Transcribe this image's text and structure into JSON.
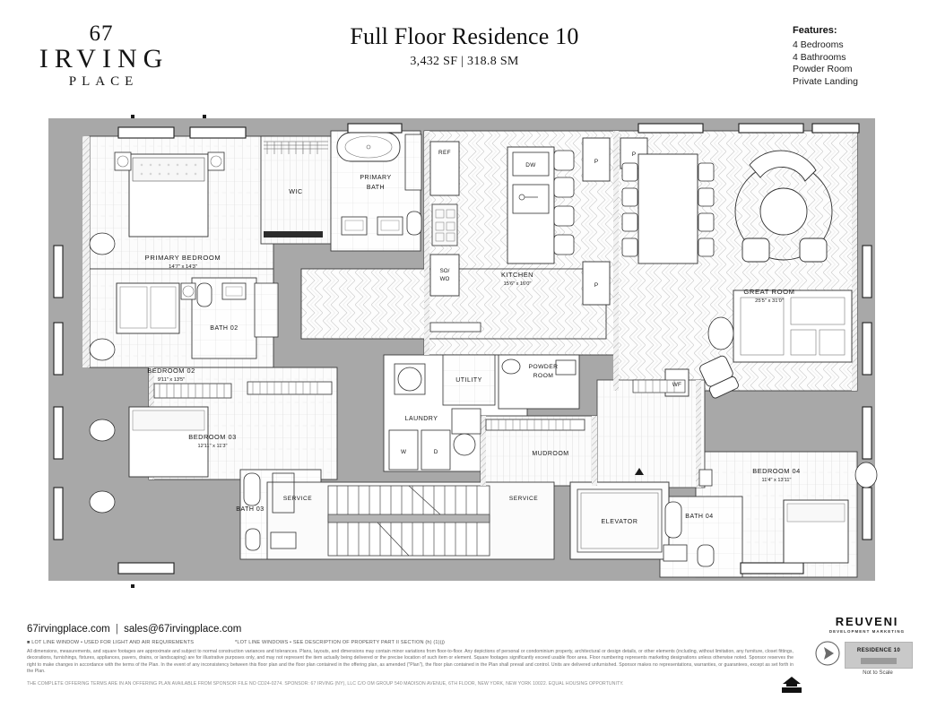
{
  "brand": {
    "logo_line1": "67",
    "logo_line2": "IRVING",
    "logo_line3": "PLACE"
  },
  "header": {
    "title": "Full Floor Residence 10",
    "area": "3,432 SF | 318.8 SM",
    "features_heading": "Features:",
    "features": [
      "4 Bedrooms",
      "4 Bathrooms",
      "Powder Room",
      "Private Landing"
    ]
  },
  "plan": {
    "rooms": [
      {
        "name": "PRIMARY BEDROOM",
        "dim": "14'7\" x 14'3\""
      },
      {
        "name": "WIC",
        "dim": ""
      },
      {
        "name": "PRIMARY BATH",
        "dim": ""
      },
      {
        "name": "BATH 02",
        "dim": ""
      },
      {
        "name": "BEDROOM 02",
        "dim": "9'11\" x 13'5\""
      },
      {
        "name": "BEDROOM 03",
        "dim": "12'11\" x 11'3\""
      },
      {
        "name": "BATH 03",
        "dim": ""
      },
      {
        "name": "KITCHEN",
        "dim": "15'6\" x 16'0\""
      },
      {
        "name": "GREAT ROOM",
        "dim": "25'5\" x 31'0\""
      },
      {
        "name": "BEDROOM 04",
        "dim": "11'4\" x 13'11\""
      },
      {
        "name": "BATH 04",
        "dim": ""
      },
      {
        "name": "UTILITY",
        "dim": ""
      },
      {
        "name": "POWDER ROOM",
        "dim": ""
      },
      {
        "name": "LAUNDRY",
        "dim": ""
      },
      {
        "name": "MUDROOM",
        "dim": ""
      },
      {
        "name": "ELEVATOR",
        "dim": ""
      },
      {
        "name": "SERVICE",
        "dim": ""
      }
    ],
    "labels": {
      "primary_bedroom": "PRIMARY BEDROOM",
      "primary_bedroom_dim": "14'7\" x 14'3\"",
      "wic": "WIC",
      "primary_bath_l1": "PRIMARY",
      "primary_bath_l2": "BATH",
      "bath_02": "BATH 02",
      "bedroom_02": "BEDROOM 02",
      "bedroom_02_dim": "9'11\" x 13'5\"",
      "bedroom_03": "BEDROOM 03",
      "bedroom_03_dim": "12'11\" x 11'3\"",
      "bath_03": "BATH 03",
      "kitchen": "KITCHEN",
      "kitchen_dim": "15'6\" x 16'0\"",
      "great_room": "GREAT ROOM",
      "great_room_dim": "25'5\" x 31'0\"",
      "bedroom_04": "BEDROOM 04",
      "bedroom_04_dim": "11'4\" x 13'11\"",
      "bath_04": "BATH 04",
      "utility": "UTILITY",
      "powder_l1": "POWDER",
      "powder_l2": "ROOM",
      "laundry": "LAUNDRY",
      "washer": "W",
      "dryer": "D",
      "mudroom": "MUDROOM",
      "elevator": "ELEVATOR",
      "service_left": "SERVICE",
      "service_right": "SERVICE",
      "ref": "REF",
      "dw": "DW",
      "wf": "WF",
      "so_l1": "SO/",
      "so_l2": "WO",
      "pantry_1": "P",
      "pantry_2": "P",
      "pantry_3": "P"
    }
  },
  "footer": {
    "website": "67irvingplace.com",
    "separator": "|",
    "email": "sales@67irvingplace.com",
    "lot_note_left": "■ LOT LINE WINDOW • USED FOR LIGHT AND AIR REQUIREMENTS",
    "lot_note_right": "*LOT LINE WINDOWS • SEE DESCRIPTION OF PROPERTY PART II SECTION (h) (1)(j)",
    "disclaimer": "All dimensions, measurements, and square footages are approximate and subject to normal construction variances and tolerances. Plans, layouts, and dimensions may contain minor variations from floor-to-floor. Any depictions of personal or condominium property, architectural or design details, or other elements (including, without limitation, any furniture, closet fittings, decorations, furnishings, fixtures, appliances, pavers, drains, or landscaping) are for illustrative purposes only, and may not represent the item actually being delivered or the precise location of such item or element. Square footages significantly exceed usable floor area. Floor numbering represents marketing designations unless otherwise noted. Sponsor reserves the right to make changes in accordance with the terms of the Plan. In the event of any inconsistency between this floor plan and the floor plan contained in the offering plan, as amended (\"Plan\"), the floor plan contained in the Plan shall prevail and control. Units are delivered unfurnished. Sponsor makes no representations, warranties, or guarantees, except as set forth in the Plan.",
    "offering_terms": "THE COMPLETE OFFERING TERMS ARE IN AN OFFERING PLAN AVAILABLE FROM SPONSOR FILE NO CD24-0274. SPONSOR: 67 IRVING (NY), LLC C/O OM GROUP 540 MADISON AVENUE, 6TH FLOOR, NEW YORK, NEW YORK 10022. EQUAL HOUSING OPPORTUNITY.",
    "marketing_name": "REUVENI",
    "marketing_sub": "DEVELOPMENT MARKETING",
    "key_label": "RESIDENCE 10",
    "scale_note": "Not to Scale"
  },
  "colors": {
    "wall_fill": "#a8a8a8",
    "floor_light": "#fdfdfd",
    "plan_bg": "#ffffff",
    "text": "#1a1a1a",
    "muted": "#6a6a6a",
    "key_box": "#c9c9c9"
  }
}
